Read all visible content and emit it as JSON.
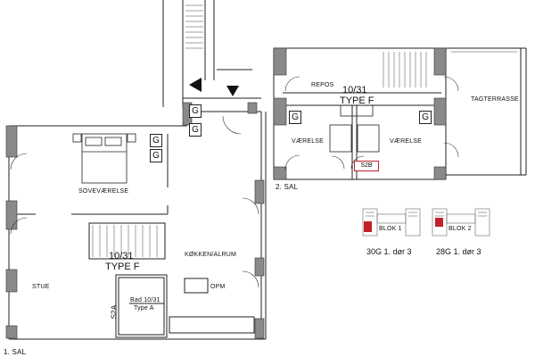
{
  "floor1": {
    "title": "1. SAL",
    "unit": "10/31",
    "type": "TYPE F",
    "rooms": {
      "bedroom": "SOVEVÆRELSE",
      "living": "STUE",
      "kitchen": "KØKKEN/ALRUM",
      "bath": "Bad 10/31",
      "bath_type": "Type A",
      "opm": "OPM",
      "stair_code": "S2A"
    },
    "storage_mark": "G"
  },
  "floor2": {
    "title": "2. SAL",
    "unit": "10/31",
    "type": "TYPE F",
    "rooms": {
      "repos": "REPOS",
      "room_left": "VÆRELSE",
      "room_right": "VÆRELSE",
      "terrace": "TAGTERRASSE",
      "stair_code": "S2B"
    },
    "storage_mark": "G"
  },
  "keyplans": [
    {
      "label": "BLOK 1",
      "caption": "30G 1. dør 3"
    },
    {
      "label": "BLOK 2",
      "caption": "28G 1. dør 3"
    }
  ],
  "colors": {
    "wall": "#888888",
    "accent": "#c0202a",
    "line": "#222222"
  }
}
